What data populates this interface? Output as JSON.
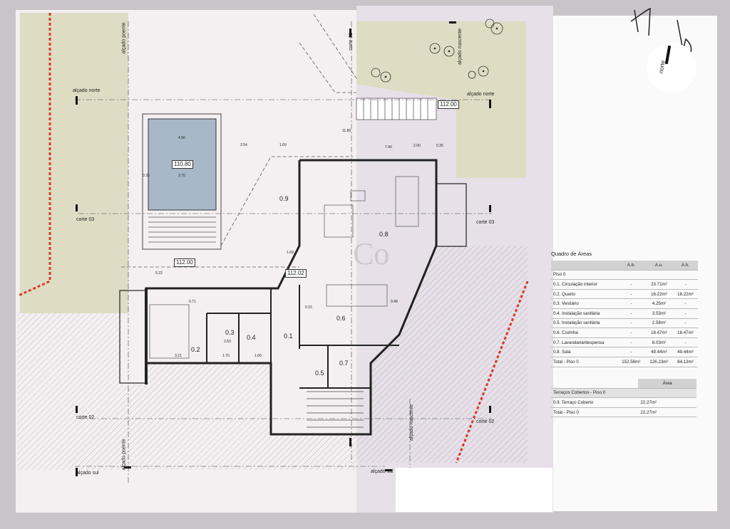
{
  "plan": {
    "watermark": "Co",
    "level_pool": "110.80",
    "level_north": "112.00",
    "level_south": "112.00",
    "level_mid": "112.02",
    "rooms": [
      "0.9",
      "0.8",
      "0.6",
      "0.2",
      "0.3",
      "0.4",
      "0.1",
      "0.5",
      "0.7"
    ],
    "cortes": [
      "corte 03",
      "corte 03",
      "corte 02",
      "corte 02",
      "corte 01"
    ],
    "alcados": [
      "alçado poente",
      "alçado norte",
      "alçado norte",
      "alçado nascente",
      "alçado sul",
      "alçado sul",
      "alçado poente",
      "alçado nascente"
    ],
    "north_label": "norte",
    "dims": [
      "4.90",
      "3.70",
      "2.54",
      "1.69",
      "11.86",
      "2.00",
      "0.35",
      "0.35",
      "1.69",
      "5.22",
      "6.71",
      "2.50",
      "3.21",
      "1.70",
      "1.60",
      "7.40",
      "9.48",
      "0.15"
    ]
  },
  "areas": {
    "title": "Quadro de Áreas",
    "headers": [
      "",
      "A.b.",
      "A.u.",
      "A.h."
    ],
    "group": "Piso 0",
    "rows": [
      [
        "0.1. Circulação interior",
        "-",
        "23.71m²",
        "-"
      ],
      [
        "0.2. Quarto",
        "-",
        "16.22m²",
        "16.22m²"
      ],
      [
        "0.3. Vestiário",
        "-",
        "4.25m²",
        "-"
      ],
      [
        "0.4. Instalação sanitária",
        "-",
        "3.53m²",
        "-"
      ],
      [
        "0.5. Instalação sanitária",
        "-",
        "2.58m²",
        "-"
      ],
      [
        "0.6. Cozinha",
        "-",
        "18.47m²",
        "18.47m²"
      ],
      [
        "0.7. Lavandaria/despensa",
        "-",
        "8.03m²",
        "-"
      ],
      [
        "0.8. Sala",
        "-",
        "49.44m²",
        "49.44m²"
      ]
    ],
    "total": [
      "Total - Piso 0",
      "152.56m²",
      "126.23m²",
      "84.13m²"
    ]
  },
  "terracos": {
    "header": "Área",
    "group": "Terraços Cobertos - Piso 0",
    "rows": [
      [
        "0.9. Terraço Coberto",
        "22.27m²"
      ]
    ],
    "total": [
      "Total - Piso 0",
      "22.27m²"
    ]
  },
  "colors": {
    "boundary": "#d93a2b",
    "terrain": "#e0e0c4",
    "pool": "#a9b8c8"
  },
  "icons": [
    "north-arrow-icon",
    "signature-icon",
    "tree-icon"
  ]
}
